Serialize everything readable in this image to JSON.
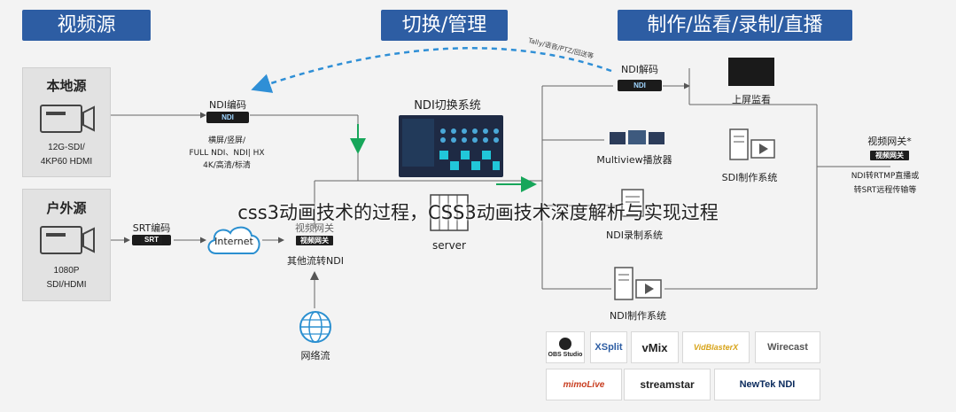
{
  "headers": {
    "source": "视频源",
    "switch": "切换/管理",
    "output": "制作/监看/录制/直播"
  },
  "sources": {
    "local": {
      "title": "本地源",
      "line1": "12G-SDI/",
      "line2": "4KP60 HDMI"
    },
    "outdoor": {
      "title": "户外源",
      "line1": "1080P",
      "line2": "SDI/HDMI"
    }
  },
  "encode": {
    "ndi_label": "NDI编码",
    "ndi_badge": "NDI",
    "desc1": "横屏/竖屏/",
    "desc2": "FULL NDI、NDI| HX",
    "desc3": "4K/高清/标清",
    "srt_label": "SRT编码",
    "srt_badge": "SRT"
  },
  "tally_text": "Tally/语音/PTZ/回送等",
  "internet": {
    "label": "Internet",
    "gateway_label": "视频网关",
    "gateway_badge": "视频网关",
    "other_ndi": "其他流转NDI",
    "network_stream": "网络流"
  },
  "center": {
    "switcher_title": "NDI切换系统",
    "server_label": "server"
  },
  "outputs": {
    "decode_label": "NDI解码",
    "decode_badge": "NDI",
    "monitor_label": "上屏监看",
    "multiview_label": "Multiview播放器",
    "sdi_system": "SDI制作系统",
    "record_system": "NDI录制系统",
    "ndi_production": "NDI制作系统",
    "gateway_title": "视频网关*",
    "gateway_badge": "视频网关",
    "gateway_desc1": "NDI转RTMP直播或",
    "gateway_desc2": "转SRT远程传输等"
  },
  "software_logos": [
    "OBS Studio",
    "XSplit",
    "vMix",
    "VidBlasterX",
    "Wirecast",
    "mimoLive",
    "streamstar",
    "NewTek NDI"
  ],
  "overlay_caption": "css3动画技术的过程，CSS3动画技术深度解析与实现过程",
  "colors": {
    "header_blue": "#2d5da3",
    "dashed_blue": "#2f8fd6",
    "arrow_green": "#17a65a",
    "switch_cyan": "#21c7d9"
  }
}
